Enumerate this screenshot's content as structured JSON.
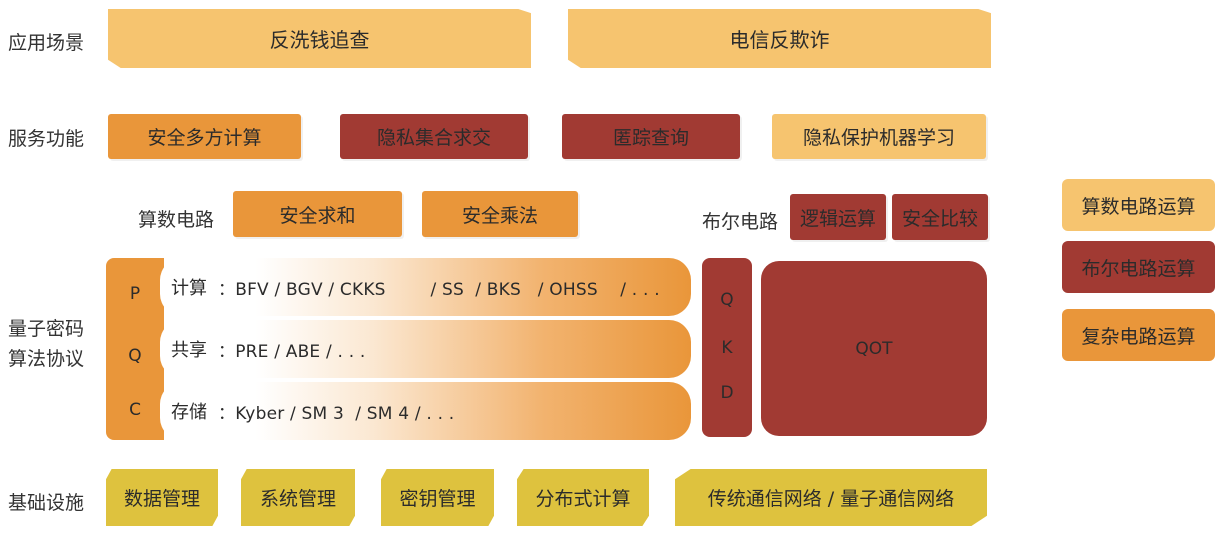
{
  "rows": {
    "scenario": "应用场景",
    "service": "服务功能",
    "quantum_line1": "量子密码",
    "quantum_line2": "算法协议",
    "infra": "基础设施"
  },
  "scenarios": [
    "反洗钱追查",
    "电信反欺诈"
  ],
  "services": [
    "安全多方计算",
    "隐私集合求交",
    "匿踪查询",
    "隐私保护机器学习"
  ],
  "arith": {
    "label": "算数电路",
    "items": [
      "安全求和",
      "安全乘法"
    ]
  },
  "boolean": {
    "label": "布尔电路",
    "items": [
      "逻辑运算",
      "安全比较"
    ]
  },
  "pqc": {
    "letters": [
      "P",
      "Q",
      "C"
    ],
    "rows": [
      {
        "category": "计算",
        "text": "：BFV / BGV / CKKS        / SS  / BKS   / OHSS    / . . ."
      },
      {
        "category": "共享",
        "text": "：PRE / ABE / . . ."
      },
      {
        "category": "存储",
        "text": "：Kyber / SM 3  / SM 4 / . . ."
      }
    ]
  },
  "qkd": [
    "Q",
    "K",
    "D"
  ],
  "qot": "QOT",
  "infra_items": [
    "数据管理",
    "系统管理",
    "密钥管理",
    "分布式计算",
    "传统通信网络 / 量子通信网络"
  ],
  "legend": [
    {
      "label": "算数电路运算",
      "color": "#f6c46f"
    },
    {
      "label": "布尔电路运算",
      "color": "#a13a33"
    },
    {
      "label": "复杂电路运算",
      "color": "#e9963a"
    }
  ]
}
